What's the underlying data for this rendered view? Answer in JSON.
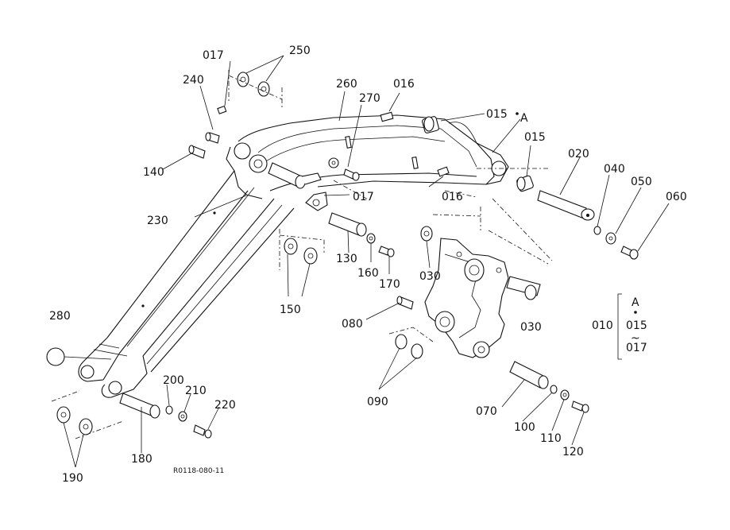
{
  "callouts": [
    {
      "id": "c017a",
      "text": "017"
    },
    {
      "id": "c250",
      "text": "250"
    },
    {
      "id": "c240",
      "text": "240"
    },
    {
      "id": "c260",
      "text": "260"
    },
    {
      "id": "c016a",
      "text": "016"
    },
    {
      "id": "c270",
      "text": "270"
    },
    {
      "id": "c015a",
      "text": "015"
    },
    {
      "id": "cA",
      "text": "A"
    },
    {
      "id": "c015b",
      "text": "015"
    },
    {
      "id": "c020",
      "text": "020"
    },
    {
      "id": "c040",
      "text": "040"
    },
    {
      "id": "c050",
      "text": "050"
    },
    {
      "id": "c060",
      "text": "060"
    },
    {
      "id": "c140",
      "text": "140"
    },
    {
      "id": "c017b",
      "text": "017"
    },
    {
      "id": "c016b",
      "text": "016"
    },
    {
      "id": "c230",
      "text": "230"
    },
    {
      "id": "c130",
      "text": "130"
    },
    {
      "id": "c160",
      "text": "160"
    },
    {
      "id": "c170",
      "text": "170"
    },
    {
      "id": "c030a",
      "text": "030"
    },
    {
      "id": "c150",
      "text": "150"
    },
    {
      "id": "c280",
      "text": "280"
    },
    {
      "id": "c080",
      "text": "080"
    },
    {
      "id": "c030b",
      "text": "030"
    },
    {
      "id": "c010",
      "text": "010"
    },
    {
      "id": "c200",
      "text": "200"
    },
    {
      "id": "c210",
      "text": "210"
    },
    {
      "id": "c220",
      "text": "220"
    },
    {
      "id": "c090",
      "text": "090"
    },
    {
      "id": "c070",
      "text": "070"
    },
    {
      "id": "c100",
      "text": "100"
    },
    {
      "id": "c110",
      "text": "110"
    },
    {
      "id": "c180",
      "text": "180"
    },
    {
      "id": "c120",
      "text": "120"
    },
    {
      "id": "c190",
      "text": "190"
    }
  ],
  "set_note": {
    "from": "A",
    "mid": "015",
    "tilde": "~",
    "to": "017"
  },
  "drawing_code": "R0118-080-11"
}
